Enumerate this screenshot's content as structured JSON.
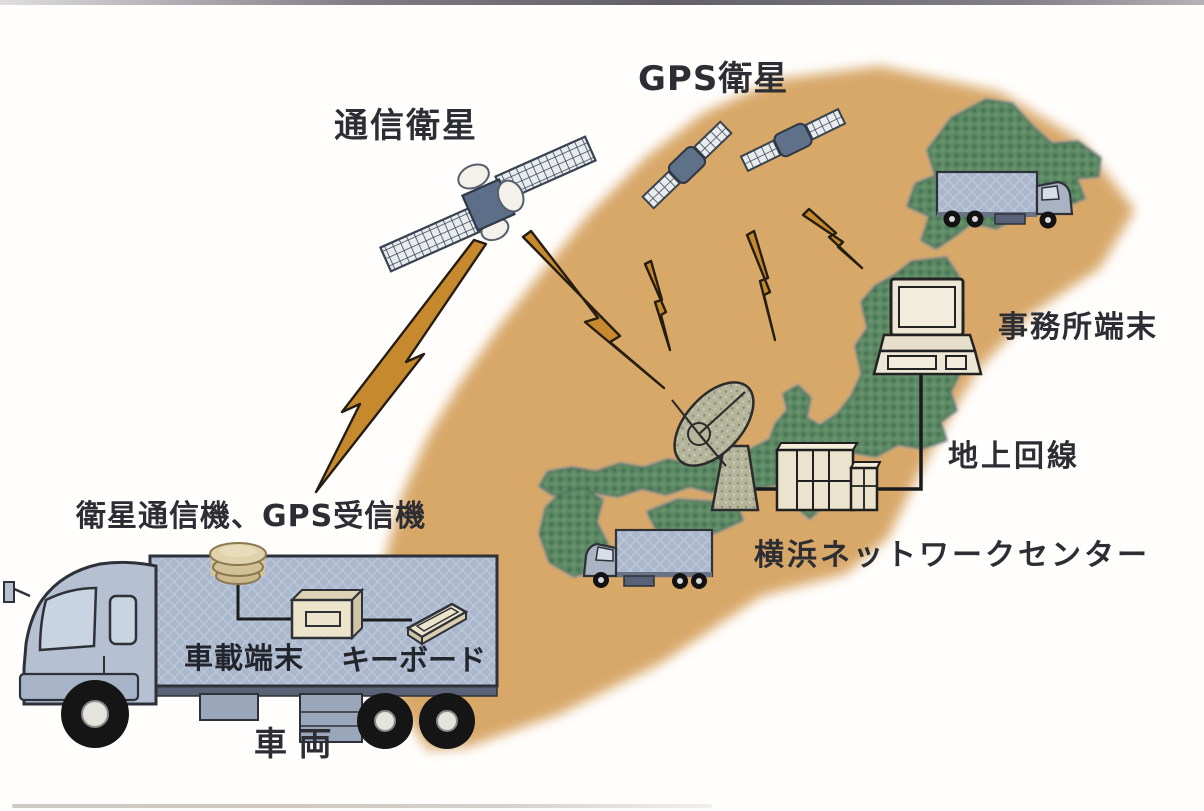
{
  "figure": {
    "description": "Vehicle tracking network diagram over Japan",
    "labels": {
      "comm_satellite": "通信衛星",
      "gps_satellite": "GPS衛星",
      "office_terminal": "事務所端末",
      "ground_line": "地上回線",
      "network_center": "横浜ネットワークセンター",
      "vehicle_equipment": "衛星通信機、GPS受信機",
      "onboard_terminal": "車載端末",
      "keyboard": "キーボード",
      "vehicle": "車 両"
    },
    "colors": {
      "sand_oval": "#dcaa6b",
      "map_green": "#5d8a64",
      "lightning": "#c6892e",
      "truck_body": "#aab7cc",
      "device_cream": "#ece4cb",
      "outline": "#2b2b2b",
      "text": "#2d2d34"
    }
  }
}
